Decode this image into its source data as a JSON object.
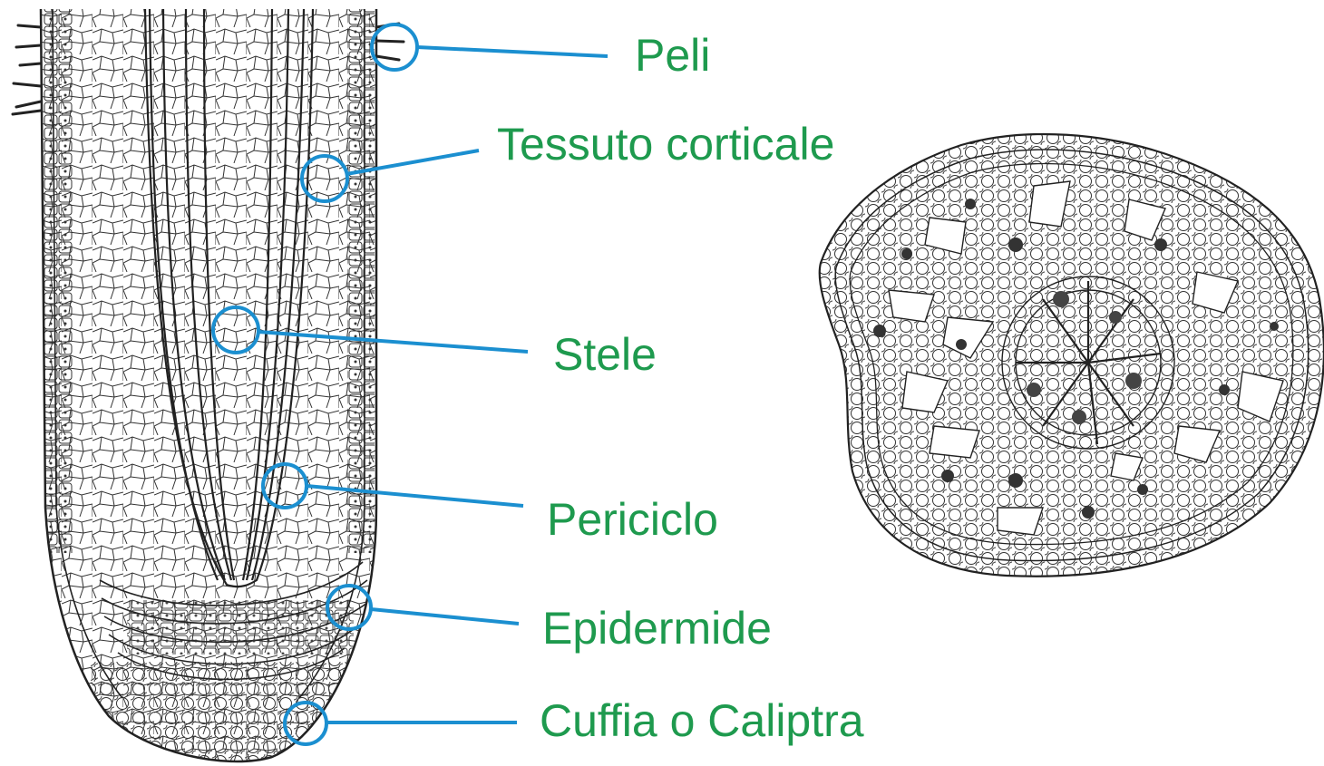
{
  "diagram": {
    "style": {
      "label_color": "#1e9a4e",
      "leader_color": "#1b8fd0",
      "ink_color": "#222222"
    },
    "figures": [
      {
        "name": "root-tip-longitudinal-section"
      },
      {
        "name": "root-cross-section"
      }
    ],
    "labels": [
      {
        "id": "peli",
        "text": "Peli"
      },
      {
        "id": "tessuto-corticale",
        "text": "Tessuto corticale"
      },
      {
        "id": "stele",
        "text": "Stele"
      },
      {
        "id": "periciclo",
        "text": "Periciclo"
      },
      {
        "id": "epidermide",
        "text": "Epidermide"
      },
      {
        "id": "cuffia",
        "text": "Cuffia o Caliptra"
      }
    ]
  }
}
